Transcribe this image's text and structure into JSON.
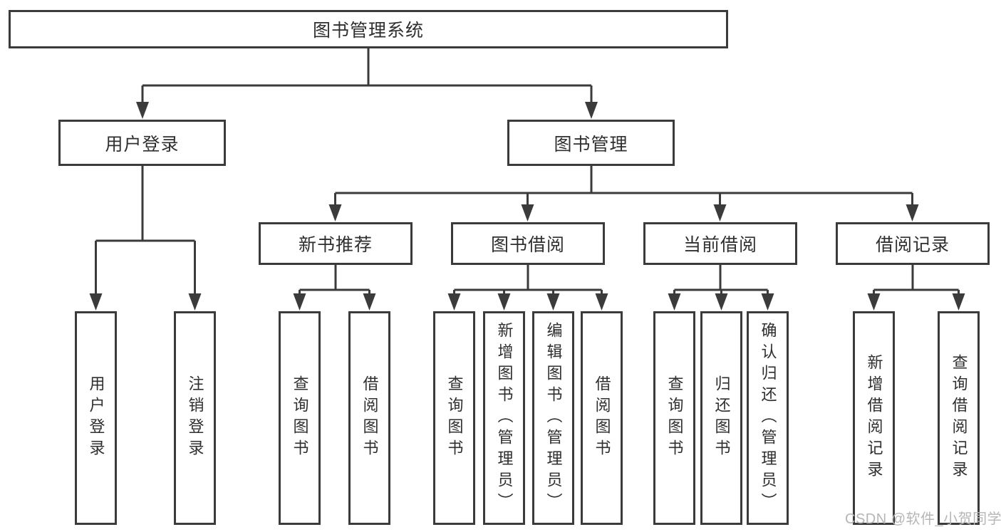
{
  "diagram_type": "hierarchy",
  "colors": {
    "line": "#3b3b3b",
    "text": "#2f2f2f",
    "watermark": "#b6b6b6",
    "background": "#ffffff"
  },
  "tree": {
    "label": "图书管理系统",
    "children": [
      {
        "label": "用户登录",
        "children": [
          {
            "label": "用户登录"
          },
          {
            "label": "注销登录"
          }
        ]
      },
      {
        "label": "图书管理",
        "children": [
          {
            "label": "新书推荐",
            "children": [
              {
                "label": "查询图书"
              },
              {
                "label": "借阅图书"
              }
            ]
          },
          {
            "label": "图书借阅",
            "children": [
              {
                "label": "查询图书"
              },
              {
                "label": "新增图书（管理员）"
              },
              {
                "label": "编辑图书（管理员）"
              },
              {
                "label": "借阅图书"
              }
            ]
          },
          {
            "label": "当前借阅",
            "children": [
              {
                "label": "查询图书"
              },
              {
                "label": "归还图书"
              },
              {
                "label": "确认归还（管理员）"
              }
            ]
          },
          {
            "label": "借阅记录",
            "children": [
              {
                "label": "新增借阅记录"
              },
              {
                "label": "查询借阅记录"
              }
            ]
          }
        ]
      }
    ]
  },
  "watermark": {
    "text": "CSDN @软件_小贺同学"
  }
}
